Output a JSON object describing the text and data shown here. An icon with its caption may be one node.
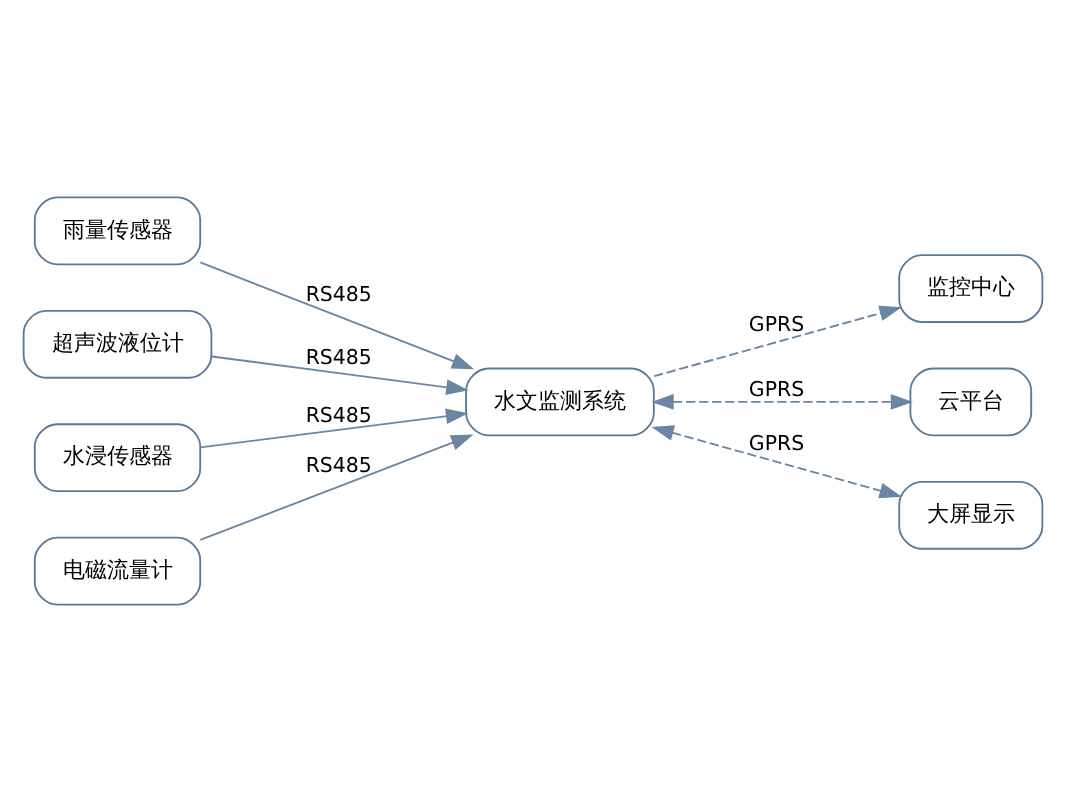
{
  "diagram": {
    "nodes": [
      {
        "text": [
          "雨量传感器"
        ]
      },
      {
        "text": [
          "超声波液位计"
        ]
      },
      {
        "text": [
          "水浸传感器"
        ]
      },
      {
        "text": [
          "电磁流量计"
        ]
      },
      {
        "text": [
          "水文监测系统"
        ]
      },
      {
        "text": [
          "监控中心"
        ]
      },
      {
        "text": [
          "云平台"
        ]
      },
      {
        "text": [
          "大屏显示"
        ]
      }
    ],
    "edges": [
      {
        "from": 0,
        "to": 4,
        "arrow": "to",
        "label": "RS485"
      },
      {
        "from": 1,
        "to": 4,
        "arrow": "to",
        "label": "RS485"
      },
      {
        "from": 2,
        "to": 4,
        "arrow": "to",
        "label": "RS485"
      },
      {
        "from": 3,
        "to": 4,
        "arrow": "to",
        "label": "RS485"
      },
      {
        "from": 4,
        "to": 5,
        "arrow": "to",
        "label": "GPRS",
        "style": "dashed"
      },
      {
        "from": 4,
        "to": 6,
        "arrow": "both",
        "label": "GPRS",
        "style": "dashed"
      },
      {
        "from": 4,
        "to": 7,
        "arrow": "both",
        "label": "GPRS",
        "style": "dashed"
      }
    ]
  }
}
